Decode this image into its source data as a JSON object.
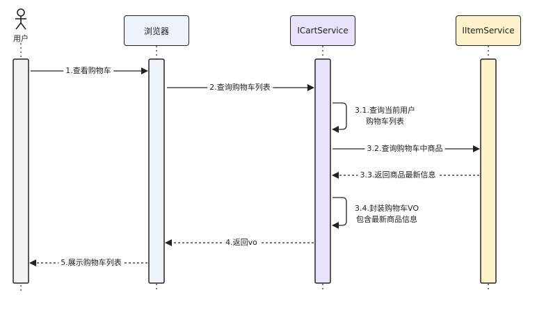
{
  "actor": {
    "label": "用户"
  },
  "participants": [
    {
      "id": "browser",
      "label": "浏览器",
      "fill": "#eef3fb"
    },
    {
      "id": "cart",
      "label": "ICartService",
      "fill": "#e8e2fb"
    },
    {
      "id": "item",
      "label": "IItemService",
      "fill": "#fdf2cc"
    }
  ],
  "messages": [
    {
      "id": "m1",
      "text": "1.查看购物车",
      "style": "solid"
    },
    {
      "id": "m2",
      "text": "2.查询购物车列表",
      "style": "solid"
    },
    {
      "id": "m3",
      "lines": [
        "3.1.查询当前用户",
        "购物车列表"
      ],
      "style": "self"
    },
    {
      "id": "m4",
      "text": "3.2.查询购物车中商品",
      "style": "solid"
    },
    {
      "id": "m5",
      "text": "3.3.返回商品最新信息",
      "style": "dashed"
    },
    {
      "id": "m6",
      "lines": [
        "3.4.封装购物车VO",
        "包含最新商品信息"
      ],
      "style": "self"
    },
    {
      "id": "m7",
      "text": "4.返回vo",
      "style": "dashed"
    },
    {
      "id": "m8",
      "text": "5.展示购物车列表",
      "style": "dashed"
    }
  ],
  "colors": {
    "line": "#222222",
    "user_bar": "#f2f2f2"
  }
}
